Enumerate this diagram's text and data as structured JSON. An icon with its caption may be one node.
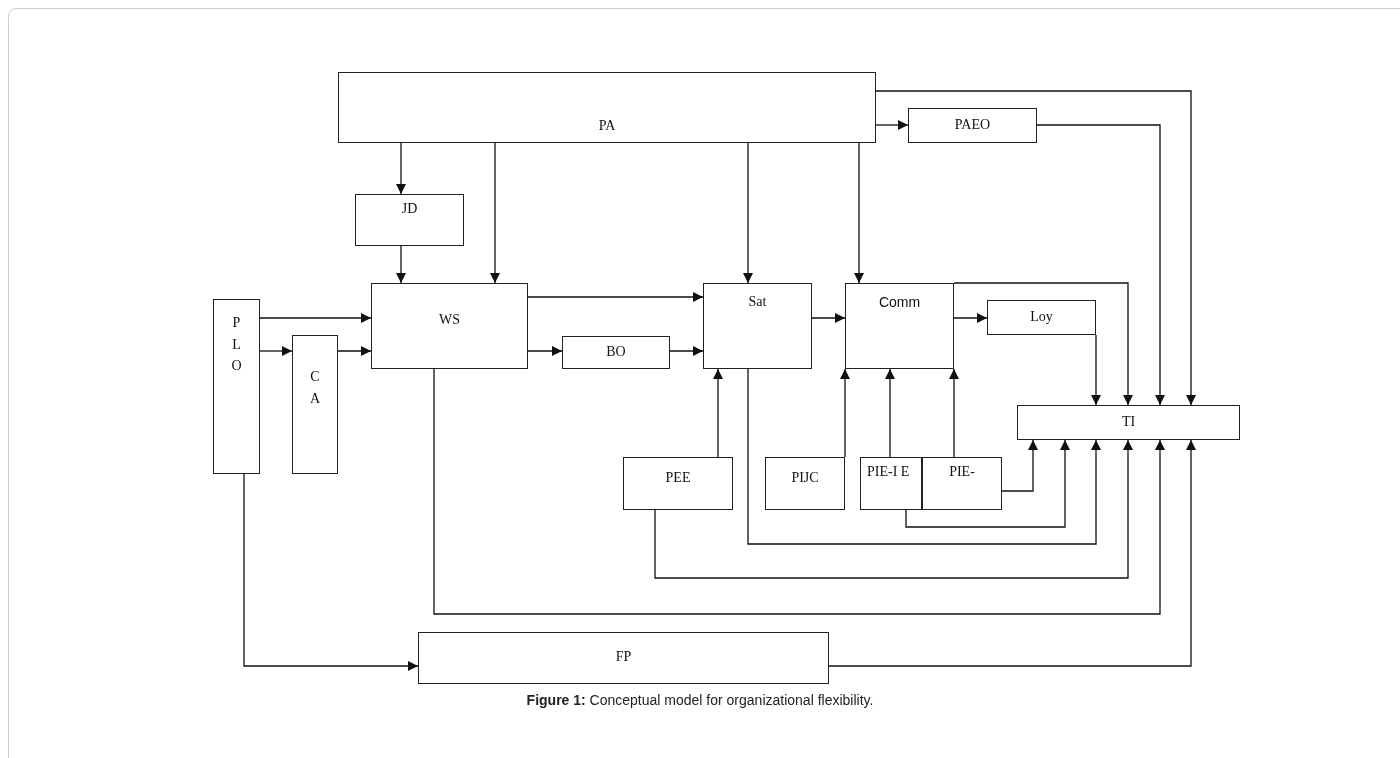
{
  "diagram": {
    "caption": "**Figure 1:** Conceptual model for organizational flexibility.",
    "nodes": [
      {
        "text": [
          "PA"
        ]
      },
      {
        "text": [
          "PAEO"
        ]
      },
      {
        "text": [
          "JD"
        ]
      },
      {
        "text": [
          "P L O"
        ]
      },
      {
        "text": [
          "C A"
        ]
      },
      {
        "text": [
          "WS"
        ]
      },
      {
        "text": [
          "BO"
        ]
      },
      {
        "text": [
          "Sat"
        ]
      },
      {
        "text": [
          "Comm"
        ]
      },
      {
        "text": [
          "Loy"
        ]
      },
      {
        "text": [
          "TI"
        ]
      },
      {
        "text": [
          "PEE"
        ]
      },
      {
        "text": [
          "PIJC"
        ]
      },
      {
        "text": [
          "PIE-I E"
        ]
      },
      {
        "text": [
          "PIE-"
        ]
      },
      {
        "text": [
          "FP"
        ]
      }
    ],
    "edges": [
      {
        "from": 0,
        "to": 2,
        "arrow": "to"
      },
      {
        "from": 0,
        "to": 5,
        "arrow": "to"
      },
      {
        "from": 0,
        "to": 7,
        "arrow": "to"
      },
      {
        "from": 0,
        "to": 8,
        "arrow": "to"
      },
      {
        "from": 0,
        "to": 1,
        "arrow": "to"
      },
      {
        "from": 0,
        "to": 10,
        "arrow": "to"
      },
      {
        "from": 1,
        "to": 10,
        "arrow": "to"
      },
      {
        "from": 2,
        "to": 5,
        "arrow": "to"
      },
      {
        "from": 3,
        "to": 5,
        "arrow": "to"
      },
      {
        "from": 3,
        "to": 4,
        "arrow": "to"
      },
      {
        "from": 4,
        "to": 5,
        "arrow": "to"
      },
      {
        "from": 5,
        "to": 7,
        "arrow": "to"
      },
      {
        "from": 5,
        "to": 6,
        "arrow": "to"
      },
      {
        "from": 6,
        "to": 7,
        "arrow": "to"
      },
      {
        "from": 7,
        "to": 8,
        "arrow": "to"
      },
      {
        "from": 8,
        "to": 9,
        "arrow": "to"
      },
      {
        "from": 8,
        "to": 10,
        "arrow": "to"
      },
      {
        "from": 9,
        "to": 10,
        "arrow": "to"
      },
      {
        "from": 11,
        "to": 7,
        "arrow": "to"
      },
      {
        "from": 12,
        "to": 8,
        "arrow": "to"
      },
      {
        "from": 13,
        "to": 8,
        "arrow": "to"
      },
      {
        "from": 14,
        "to": 8,
        "arrow": "to"
      },
      {
        "from": 14,
        "to": 10,
        "arrow": "to"
      },
      {
        "from": 13,
        "to": 10,
        "arrow": "to"
      },
      {
        "from": 7,
        "to": 10,
        "arrow": "to"
      },
      {
        "from": 11,
        "to": 10,
        "arrow": "to"
      },
      {
        "from": 5,
        "to": 10,
        "arrow": "to"
      },
      {
        "from": 15,
        "to": 10,
        "arrow": "to"
      },
      {
        "from": 3,
        "to": 15,
        "arrow": "to"
      }
    ]
  }
}
